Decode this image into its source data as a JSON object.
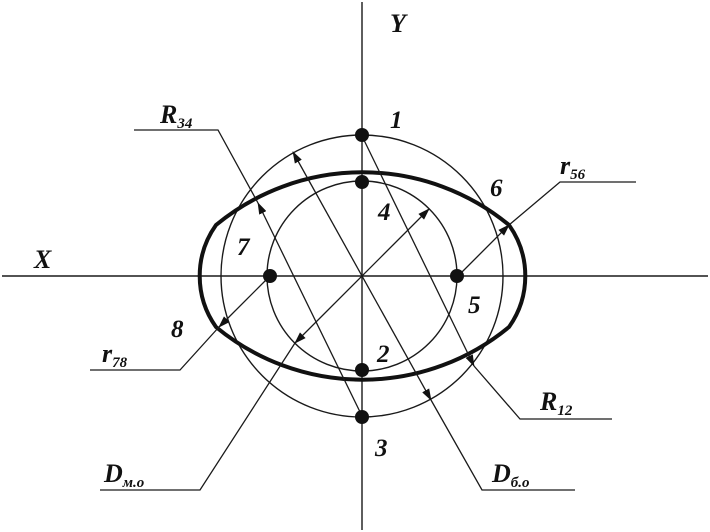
{
  "axes": {
    "x": "X",
    "y": "Y"
  },
  "points": [
    "1",
    "2",
    "3",
    "4",
    "5",
    "6",
    "7",
    "8"
  ],
  "dimensions": {
    "R34": {
      "main": "R",
      "sub": "34"
    },
    "R12": {
      "main": "R",
      "sub": "12"
    },
    "r56": {
      "main": "r",
      "sub": "56"
    },
    "r78": {
      "main": "r",
      "sub": "78"
    },
    "Dmo": {
      "main": "D",
      "sub": "м.о"
    },
    "Dbo": {
      "main": "D",
      "sub": "б.о"
    }
  },
  "colors": {
    "ink": "#111111",
    "background": "#ffffff"
  }
}
